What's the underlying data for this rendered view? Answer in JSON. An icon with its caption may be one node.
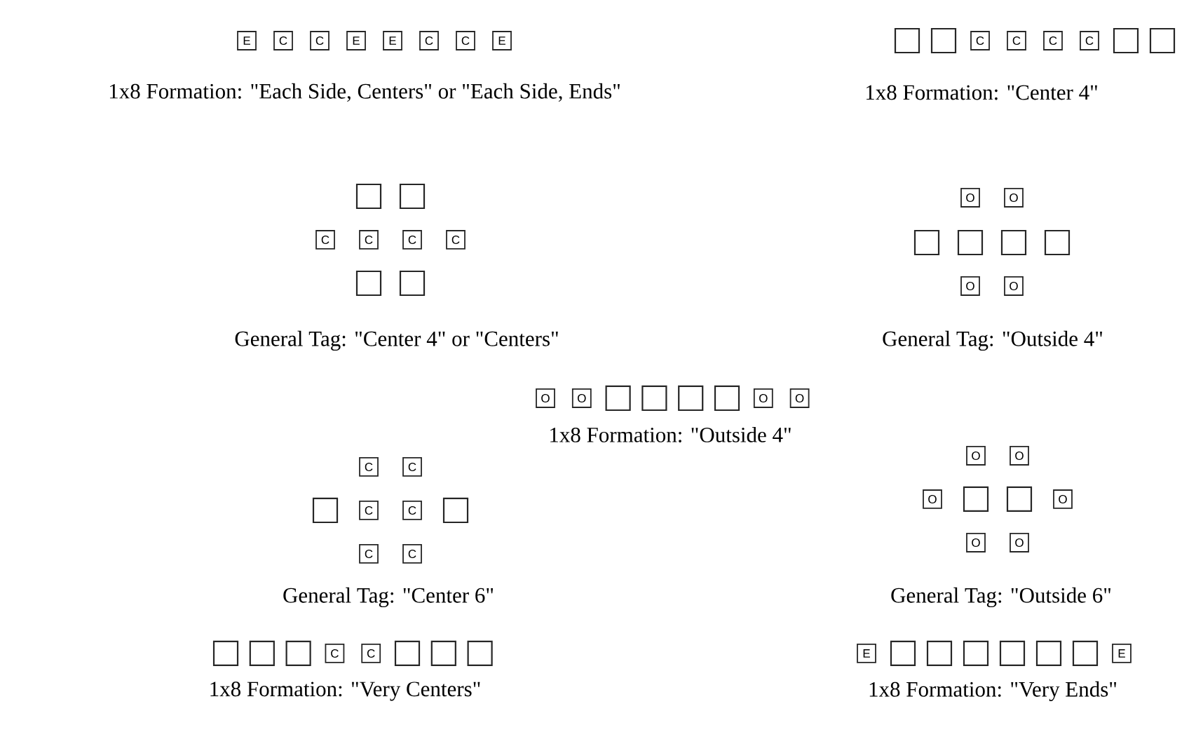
{
  "diagram": {
    "nodes": [
      {
        "text": [
          "E"
        ]
      },
      {
        "text": [
          "C"
        ]
      },
      {
        "text": [
          "C"
        ]
      },
      {
        "text": [
          "E"
        ]
      },
      {
        "text": [
          "E"
        ]
      },
      {
        "text": [
          "C"
        ]
      },
      {
        "text": [
          "C"
        ]
      },
      {
        "text": [
          "E"
        ]
      },
      {
        "text": [],
        "shape": "box"
      },
      {
        "text": [],
        "shape": "box"
      },
      {
        "text": [
          "C"
        ]
      },
      {
        "text": [
          "C"
        ]
      },
      {
        "text": [
          "C"
        ]
      },
      {
        "text": [
          "C"
        ]
      },
      {
        "text": [],
        "shape": "box"
      },
      {
        "text": [],
        "shape": "box"
      },
      {
        "text": [],
        "shape": "box"
      },
      {
        "text": [],
        "shape": "box"
      },
      {
        "text": [
          "C"
        ]
      },
      {
        "text": [
          "C"
        ]
      },
      {
        "text": [
          "C"
        ]
      },
      {
        "text": [
          "C"
        ]
      },
      {
        "text": [],
        "shape": "box"
      },
      {
        "text": [],
        "shape": "box"
      },
      {
        "text": [
          "O"
        ]
      },
      {
        "text": [
          "O"
        ]
      },
      {
        "text": [],
        "shape": "box"
      },
      {
        "text": [],
        "shape": "box"
      },
      {
        "text": [],
        "shape": "box"
      },
      {
        "text": [],
        "shape": "box"
      },
      {
        "text": [
          "O"
        ]
      },
      {
        "text": [
          "O"
        ]
      },
      {
        "text": [
          "O"
        ]
      },
      {
        "text": [
          "O"
        ]
      },
      {
        "text": [],
        "shape": "box"
      },
      {
        "text": [],
        "shape": "box"
      },
      {
        "text": [],
        "shape": "box"
      },
      {
        "text": [],
        "shape": "box"
      },
      {
        "text": [
          "O"
        ]
      },
      {
        "text": [
          "O"
        ]
      },
      {
        "text": [
          "C"
        ]
      },
      {
        "text": [
          "C"
        ]
      },
      {
        "text": [],
        "shape": "box"
      },
      {
        "text": [
          "C"
        ]
      },
      {
        "text": [
          "C"
        ]
      },
      {
        "text": [],
        "shape": "box"
      },
      {
        "text": [
          "C"
        ]
      },
      {
        "text": [
          "C"
        ]
      },
      {
        "text": [
          "O"
        ]
      },
      {
        "text": [
          "O"
        ]
      },
      {
        "text": [
          "O"
        ]
      },
      {
        "text": [],
        "shape": "box"
      },
      {
        "text": [],
        "shape": "box"
      },
      {
        "text": [
          "O"
        ]
      },
      {
        "text": [
          "O"
        ]
      },
      {
        "text": [
          "O"
        ]
      },
      {
        "text": [],
        "shape": "box"
      },
      {
        "text": [],
        "shape": "box"
      },
      {
        "text": [],
        "shape": "box"
      },
      {
        "text": [
          "C"
        ]
      },
      {
        "text": [
          "C"
        ]
      },
      {
        "text": [],
        "shape": "box"
      },
      {
        "text": [],
        "shape": "box"
      },
      {
        "text": [],
        "shape": "box"
      },
      {
        "text": [
          "E"
        ]
      },
      {
        "text": [],
        "shape": "box"
      },
      {
        "text": [],
        "shape": "box"
      },
      {
        "text": [],
        "shape": "box"
      },
      {
        "text": [],
        "shape": "box"
      },
      {
        "text": [],
        "shape": "box"
      },
      {
        "text": [],
        "shape": "box"
      },
      {
        "text": [
          "E"
        ]
      }
    ],
    "labels": [
      "1x8 Formation: \"Each Side, Centers\" or \"Each Side, Ends\"",
      "1x8 Formation: \"Center 4\"",
      "General Tag: \"Center 4\" or \"Centers\"",
      "General Tag: \"Outside 4\"",
      "1x8 Formation: \"Outside 4\"",
      "General Tag: \"Center 6\"",
      "General Tag: \"Outside 6\"",
      "1x8 Formation: \"Very Centers\"",
      "1x8 Formation: \"Very Ends\""
    ]
  }
}
